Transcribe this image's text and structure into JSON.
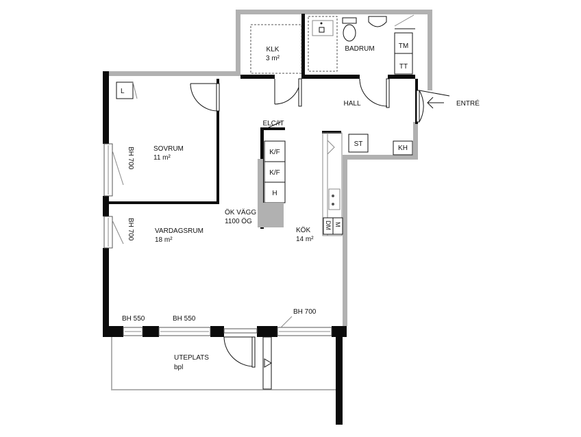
{
  "rooms": {
    "klk": {
      "name": "KLK",
      "area": "3 m²"
    },
    "badrum": {
      "name": "BADRUM"
    },
    "hall": {
      "name": "HALL"
    },
    "sovrum": {
      "name": "SOVRUM",
      "area": "11 m²"
    },
    "vardagsrum": {
      "name": "VARDAGSRUM",
      "area": "18 m²"
    },
    "kok": {
      "name": "KÖK",
      "area": "14 m²"
    },
    "uteplats": {
      "name": "UTEPLATS",
      "note": "bpl"
    }
  },
  "labels": {
    "entre": "ENTRÉ",
    "tm": "TM",
    "tt": "TT",
    "l": "L",
    "st": "ST",
    "kh": "KH",
    "elc": "ELC/IT",
    "kf1": "K/F",
    "kf2": "K/F",
    "h": "H",
    "dm": "DM",
    "m": "M",
    "ok_vagg_1": "ÖK VÄGG",
    "ok_vagg_2": "1100 ÖG",
    "bh_sovrum": "BH 700",
    "bh_vardagsrum": "BH 700",
    "bh_south_1": "BH 550",
    "bh_south_2": "BH 550",
    "bh_south_3": "BH 700"
  }
}
